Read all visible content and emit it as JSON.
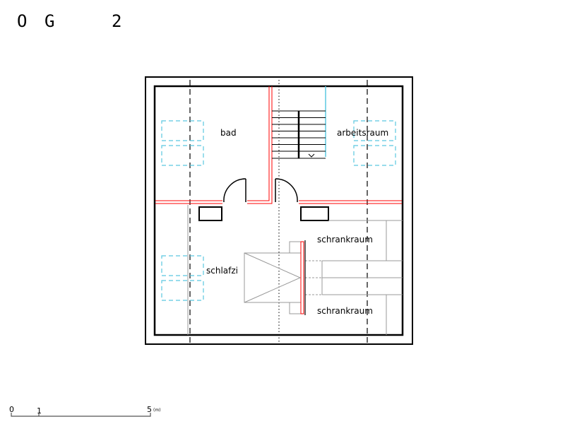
{
  "title": {
    "o": "O",
    "g": "G",
    "n": "2"
  },
  "rooms": {
    "bad": "bad",
    "arbeitsraum": "arbeitsraum",
    "schrankraum_top": "schrankraum",
    "schlafzi": "schlafzi",
    "schrankraum_bottom": "schrankraum"
  },
  "scale_bar": {
    "zero": "0",
    "one": "1",
    "five": "5",
    "unit": "(m)"
  },
  "colors": {
    "wall": "#000000",
    "new_wall": "#ff0000",
    "window": "#5bc8e0",
    "furniture": "#999999"
  }
}
